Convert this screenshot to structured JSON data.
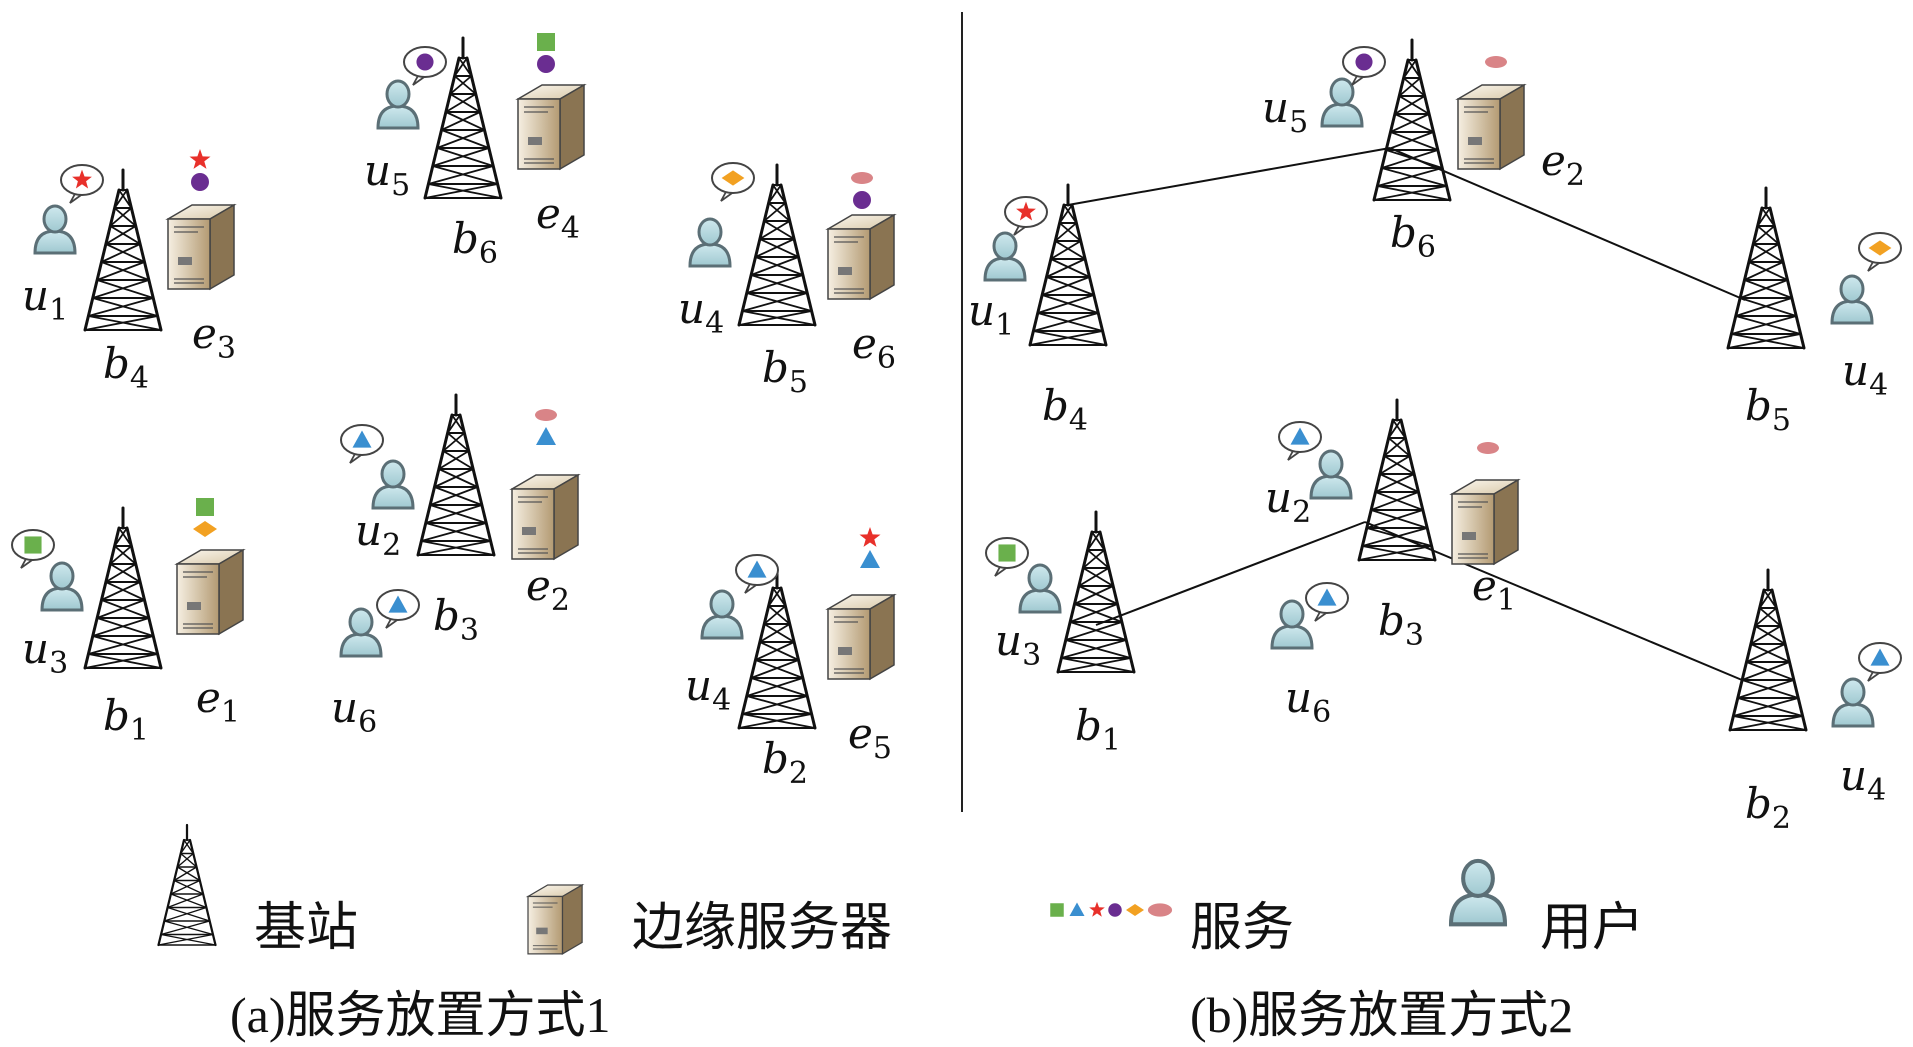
{
  "panel_a": {
    "caption": "(a)服务放置方式1",
    "groups": [
      {
        "user": "1",
        "station": "4",
        "server": "3",
        "request": "star",
        "hosted": [
          "star",
          "circle"
        ]
      },
      {
        "user": "5",
        "station": "6",
        "server": "4",
        "request": "circle",
        "hosted": [
          "square",
          "circle"
        ]
      },
      {
        "user": "4",
        "station": "5",
        "server": "6",
        "request": "diamond",
        "hosted": [
          "ellipse",
          "circle"
        ]
      },
      {
        "user": "3",
        "station": "1",
        "server": "1",
        "request": "square",
        "hosted": [
          "square",
          "diamond"
        ]
      },
      {
        "user": "2",
        "station": "3",
        "server": "2",
        "request": "triangle",
        "hosted": [
          "ellipse",
          "triangle"
        ]
      },
      {
        "user": "6",
        "request": "triangle"
      },
      {
        "user": "4",
        "station": "2",
        "server": "5",
        "request": "triangle",
        "hosted": [
          "star",
          "triangle"
        ]
      }
    ]
  },
  "panel_b": {
    "caption": "(b)服务放置方式2",
    "clusters": [
      {
        "server": "2",
        "hub": "6",
        "hosted": [
          "ellipse"
        ],
        "members": [
          {
            "user": "5",
            "request": "circle"
          },
          {
            "user": "1",
            "station": "4",
            "request": "star"
          },
          {
            "user": "4",
            "station": "5",
            "request": "diamond"
          }
        ]
      },
      {
        "server": "1",
        "hub": "3",
        "hosted": [
          "ellipse"
        ],
        "members": [
          {
            "user": "2",
            "request": "triangle"
          },
          {
            "user": "3",
            "station": "1",
            "request": "square"
          },
          {
            "user": "6",
            "request": "triangle"
          },
          {
            "user": "4",
            "station": "2",
            "request": "triangle"
          }
        ]
      }
    ]
  },
  "legend": {
    "base_station": "基站",
    "edge_server": "边缘服务器",
    "service": "服务",
    "user": "用户"
  },
  "symbols": {
    "user": "u",
    "station": "b",
    "server": "e"
  },
  "colors": {
    "square": "#6ab04c",
    "triangle": "#3a8fd0",
    "star": "#e8302a",
    "circle": "#6a2d91",
    "diamond": "#f2a122",
    "ellipse": "#d98487",
    "user_fill": "#b9dde3",
    "tower": "#111111",
    "server_body": "#d8c8a8"
  }
}
